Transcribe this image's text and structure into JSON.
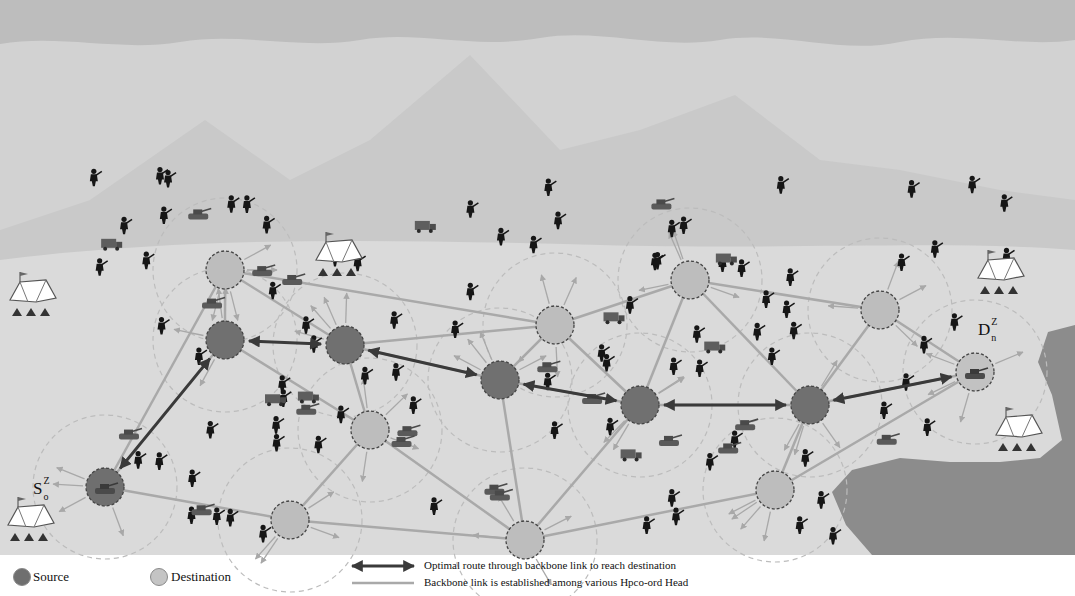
{
  "diagram": {
    "nodes": [
      {
        "text": [
          "S",
          "Z",
          "o"
        ]
      },
      {
        "text": [
          "D",
          "Z",
          "n"
        ]
      }
    ],
    "legend": [
      {
        "text": "Source",
        "color": "#6f6f6f"
      },
      {
        "text": "Destination",
        "color": "#c4c4c4"
      },
      {
        "text": "Optimal route through backbone link to reach destination"
      },
      {
        "text": "Backbone link is established among various Hpco-ord Head"
      }
    ]
  }
}
